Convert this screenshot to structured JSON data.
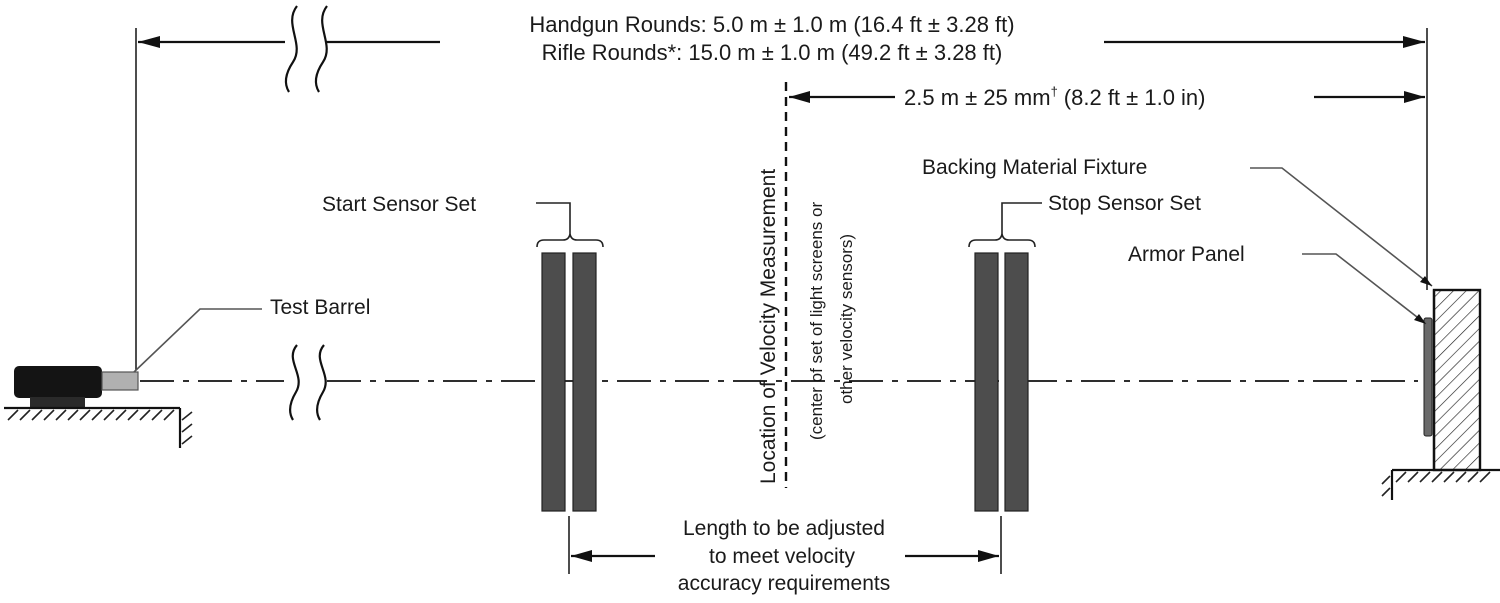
{
  "labels": {
    "handgun_range": "Handgun Rounds: 5.0 m ± 1.0 m (16.4 ft ± 3.28 ft)",
    "rifle_range": "Rifle Rounds*: 15.0 m ± 1.0 m (49.2 ft ± 3.28 ft)",
    "velocity_distance_main": "2.5 m ± 25 mm",
    "velocity_distance_dagger": "†",
    "velocity_distance_imperial": "(8.2 ft ± 1.0 in)",
    "start_sensor_set": "Start Sensor Set",
    "stop_sensor_set": "Stop Sensor Set",
    "test_barrel": "Test Barrel",
    "backing_material_fixture": "Backing Material Fixture",
    "armor_panel": "Armor Panel",
    "velocity_location": "Location of Velocity Measurement",
    "velocity_location_note_1": "(center of set of light screens or",
    "velocity_location_note_2": "other velocity sensors)",
    "adjust_length_1": "Length to be adjusted",
    "adjust_length_2": "to meet velocity",
    "adjust_length_3": "accuracy requirements"
  },
  "colors": {
    "line": "#111111",
    "sensor_fill": "#4d4d4d",
    "barrel_body": "#141414",
    "barrel_muzzle": "#b0b0b0",
    "backing_fill": "#ffffff",
    "armor_panel_fill": "#6a6a6a"
  }
}
